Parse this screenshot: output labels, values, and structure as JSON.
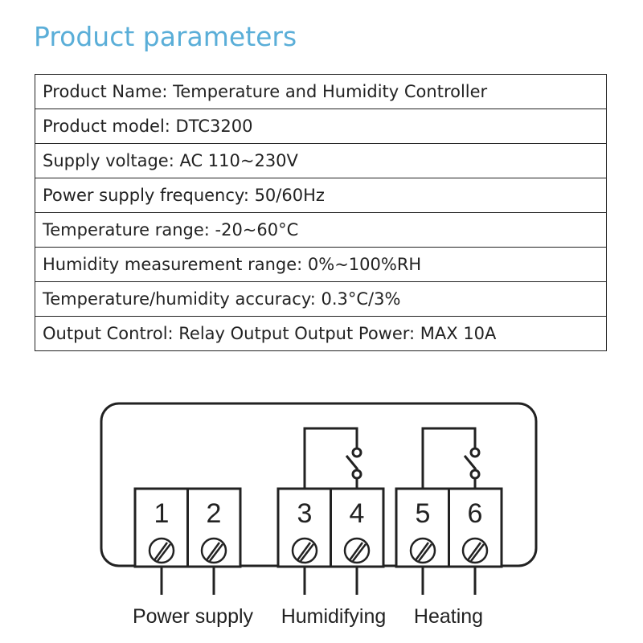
{
  "title": "Product parameters",
  "parameters": [
    "Product Name: Temperature and Humidity Controller",
    "Product model: DTC3200",
    "Supply voltage: AC 110~230V",
    "Power supply frequency: 50/60Hz",
    "Temperature range: -20~60°C",
    "Humidity measurement range: 0%~100%RH",
    "Temperature/humidity accuracy: 0.3°C/3%",
    "Output Control: Relay Output Output Power: MAX 10A"
  ],
  "diagram": {
    "terminals": [
      "1",
      "2",
      "3",
      "4",
      "5",
      "6"
    ],
    "groups": [
      "Power supply",
      "Humidifying",
      "Heating"
    ]
  }
}
